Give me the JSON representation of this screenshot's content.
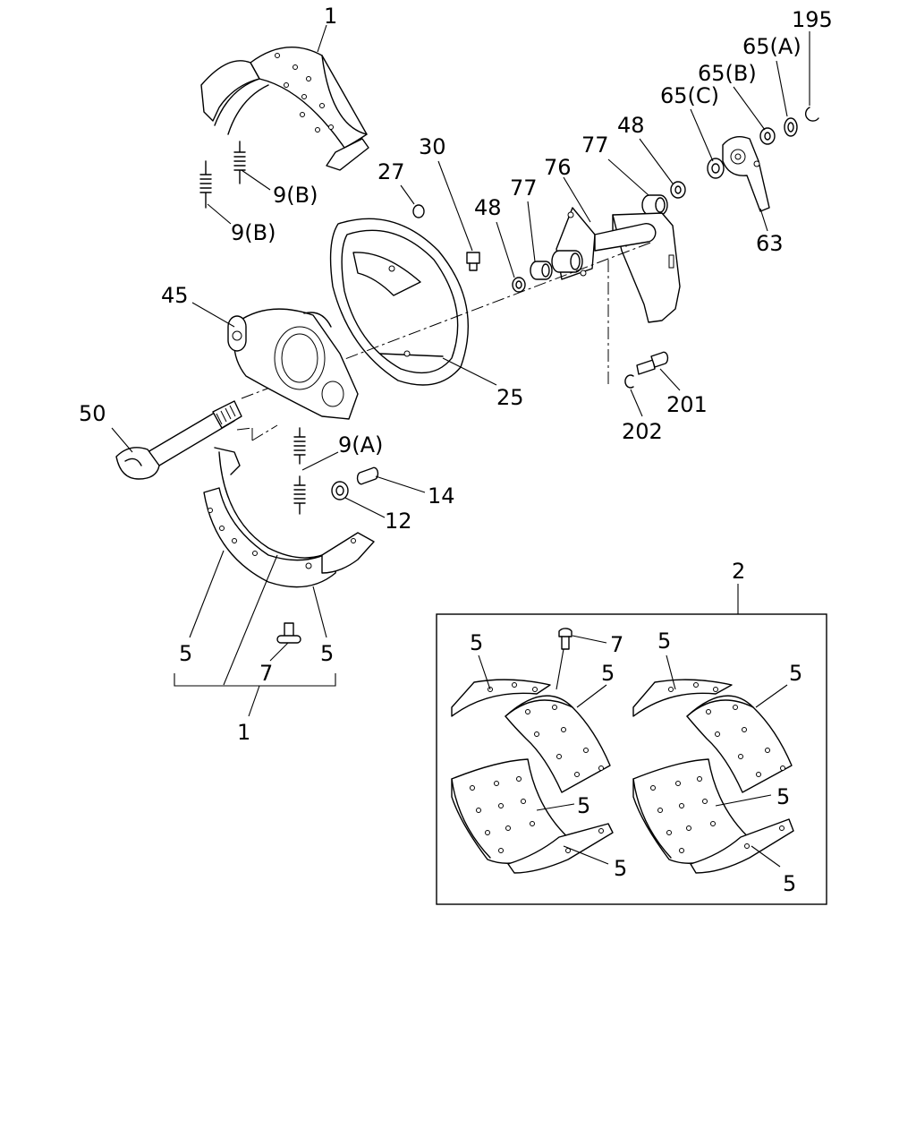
{
  "callouts": {
    "c1_top": "1",
    "c195": "195",
    "c65a": "65(A)",
    "c65b": "65(B)",
    "c65c": "65(C)",
    "c48_right": "48",
    "c77_right": "77",
    "c76": "76",
    "c77_left": "77",
    "c48_left": "48",
    "c30": "30",
    "c27": "27",
    "c9b_upper": "9(B)",
    "c9b_lower": "9(B)",
    "c63": "63",
    "c45": "45",
    "c25": "25",
    "c201": "201",
    "c202": "202",
    "c50": "50",
    "c9a": "9(A)",
    "c14": "14",
    "c12": "12",
    "c5_left": "5",
    "c5_mid": "5",
    "c7_lower": "7",
    "c1_bottom": "1",
    "c2": "2",
    "kit_5_a": "5",
    "kit_7": "7",
    "kit_5_b": "5",
    "kit_5_c": "5",
    "kit_5_d": "5",
    "kit_5_e": "5",
    "kit_5_f": "5",
    "kit_5_g": "5",
    "kit_5_h": "5"
  }
}
